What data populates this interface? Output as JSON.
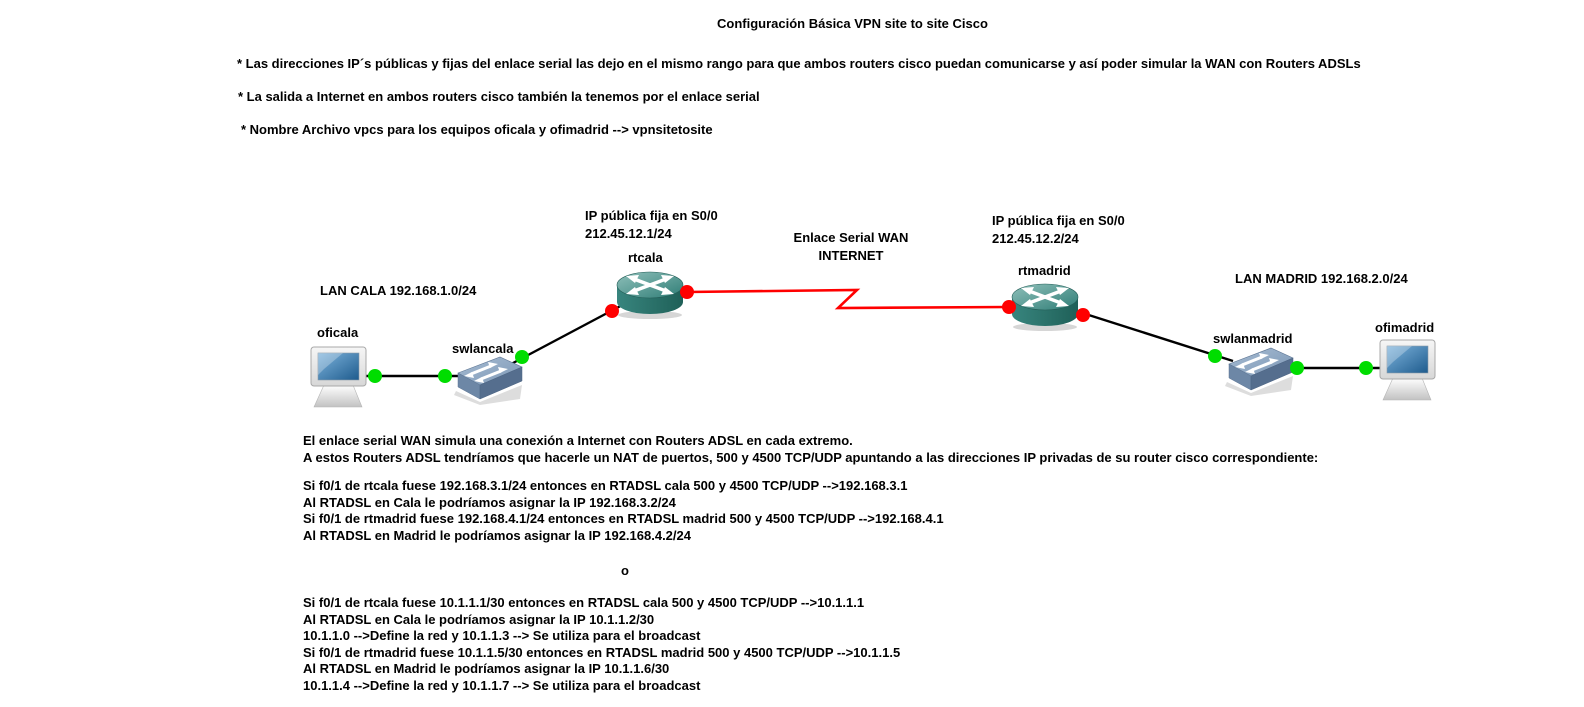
{
  "title": "Configuración Básica VPN site to site Cisco",
  "notes": {
    "n1": "* Las direcciones IP´s públicas y fijas del enlace serial las dejo en el mismo rango para que ambos routers cisco puedan comunicarse y así poder simular la WAN con Routers ADSLs",
    "n2": "* La salida a Internet en ambos routers cisco también la tenemos por el enlace serial",
    "n3": "* Nombre Archivo vpcs para los equipos oficala y ofimadrid --> vpnsitetosite"
  },
  "diagram": {
    "lan_cala_label": "LAN CALA 192.168.1.0/24",
    "lan_madrid_label": "LAN MADRID 192.168.2.0/24",
    "left_wan_ip": {
      "line1": "IP pública fija en S0/0",
      "line2": "212.45.12.1/24"
    },
    "right_wan_ip": {
      "line1": "IP pública fija en S0/0",
      "line2": "212.45.12.2/24"
    },
    "serial_label": {
      "line1": "Enlace Serial WAN",
      "line2": "INTERNET"
    },
    "nodes": {
      "pc_left": "oficala",
      "switch_left": "swlancala",
      "router_left": "rtcala",
      "router_right": "rtmadrid",
      "switch_right": "swlanmadrid",
      "pc_right": "ofimadrid"
    },
    "colors": {
      "serial_link": "#ff0000",
      "ethernet_link": "#000000",
      "port_green": "#00dd00",
      "port_red": "#ff0000"
    }
  },
  "description": {
    "intro": [
      "El enlace serial WAN simula una conexión a Internet con Routers ADSL en cada extremo.",
      "A estos Routers ADSL tendríamos que hacerle un NAT de puertos, 500 y 4500 TCP/UDP apuntando a las direcciones IP privadas de su router cisco correspondiente:"
    ],
    "option1": [
      "Si f0/1 de rtcala fuese 192.168.3.1/24 entonces en RTADSL cala 500 y 4500 TCP/UDP -->192.168.3.1",
      "Al RTADSL en Cala le podríamos asignar la IP 192.168.3.2/24",
      "Si f0/1 de rtmadrid fuese 192.168.4.1/24 entonces en RTADSL madrid 500 y 4500 TCP/UDP -->192.168.4.1",
      "Al RTADSL en Madrid le podríamos asignar la IP 192.168.4.2/24"
    ],
    "separator": "o",
    "option2": [
      "Si f0/1 de rtcala fuese 10.1.1.1/30 entonces en RTADSL cala 500 y 4500 TCP/UDP -->10.1.1.1",
      "Al RTADSL en Cala le podríamos asignar la IP 10.1.1.2/30",
      "10.1.1.0 -->Define la red y 10.1.1.3 --> Se utiliza para el broadcast",
      "Si f0/1 de rtmadrid fuese 10.1.1.5/30 entonces en RTADSL madrid 500 y 4500 TCP/UDP -->10.1.1.5",
      "Al RTADSL en Madrid le podríamos asignar la IP 10.1.1.6/30",
      "10.1.1.4 -->Define la red y 10.1.1.7 --> Se utiliza para el broadcast"
    ]
  }
}
